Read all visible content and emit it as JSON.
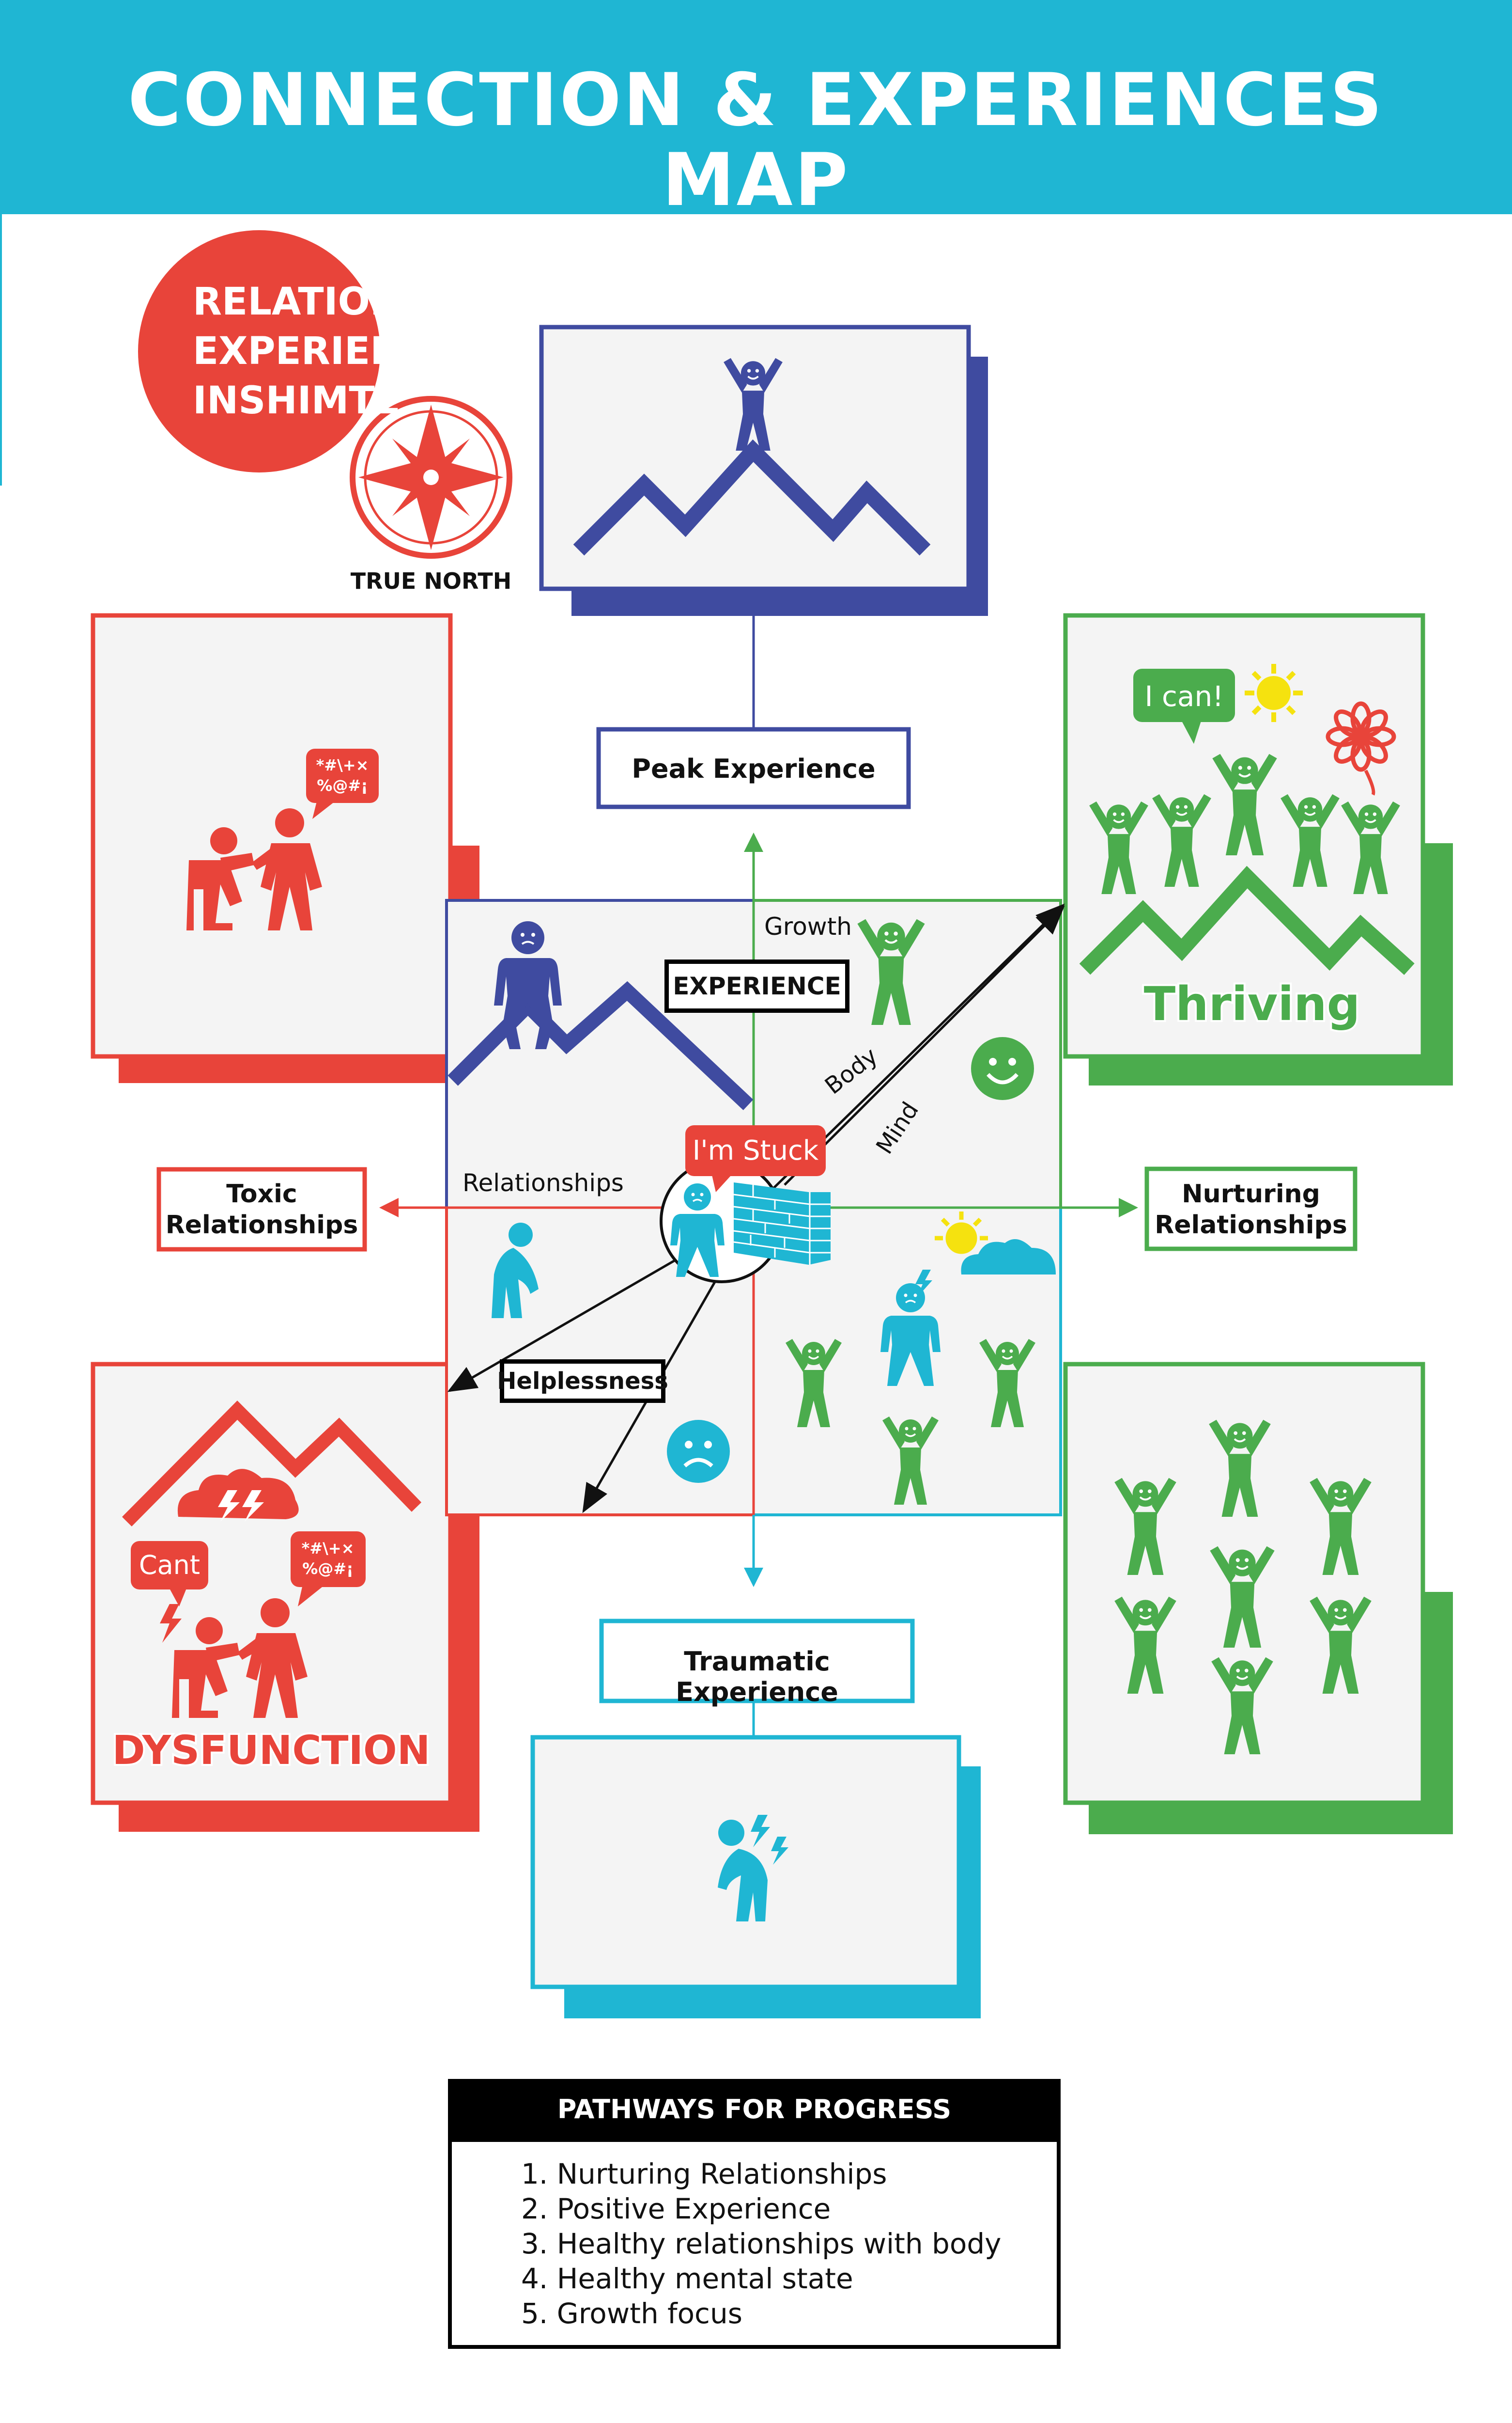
{
  "header": {
    "title_line1": "CONNECTION & EXPERIENCES",
    "title_line2": "MAP"
  },
  "logo": {
    "line1": "RELATIONAL",
    "line2": "EXPERIENTIAL",
    "line3": "INSHIMTE",
    "compass_label": "TRUE NORTH"
  },
  "labels": {
    "peak": "Peak Experience",
    "traumatic": "Traumatic Experience",
    "toxic_line1": "Toxic",
    "toxic_line2": "Relationships",
    "nurturing_line1": "Nurturing",
    "nurturing_line2": "Relationships",
    "experience": "EXPERIENCE",
    "growth": "Growth",
    "relationships": "Relationships",
    "body": "Body",
    "mind": "Mind",
    "helplessness": "Helplessness",
    "im_stuck": "I'm Stuck",
    "thriving": "Thriving",
    "i_can": "I can!",
    "dysfunction": "DYSFUNCTION",
    "cant": "Cant",
    "swear1_line1": "*#\\+×",
    "swear1_line2": "%@#¡",
    "swear2_line1": "*#\\+×",
    "swear2_line2": "%@#¡"
  },
  "legend": {
    "title": "PATHWAYS FOR PROGRESS",
    "items": [
      "1. Nurturing Relationships",
      "2. Positive Experience",
      "3. Healthy relationships with body",
      "4. Healthy mental state",
      "5. Growth focus"
    ]
  },
  "colors": {
    "teal": "#1fb6d3",
    "red": "#e8443a",
    "blue": "#3f4ba0",
    "green": "#4bac4d",
    "light_bg": "#f4f4f4",
    "yellow": "#f5e20f"
  },
  "icons": [
    "compass-icon",
    "mountain-icon",
    "person-icon",
    "brick-wall-icon",
    "smiley-icon",
    "sad-face-icon",
    "sun-icon",
    "cloud-icon",
    "lightning-icon",
    "flower-icon",
    "speech-bubble-icon"
  ]
}
